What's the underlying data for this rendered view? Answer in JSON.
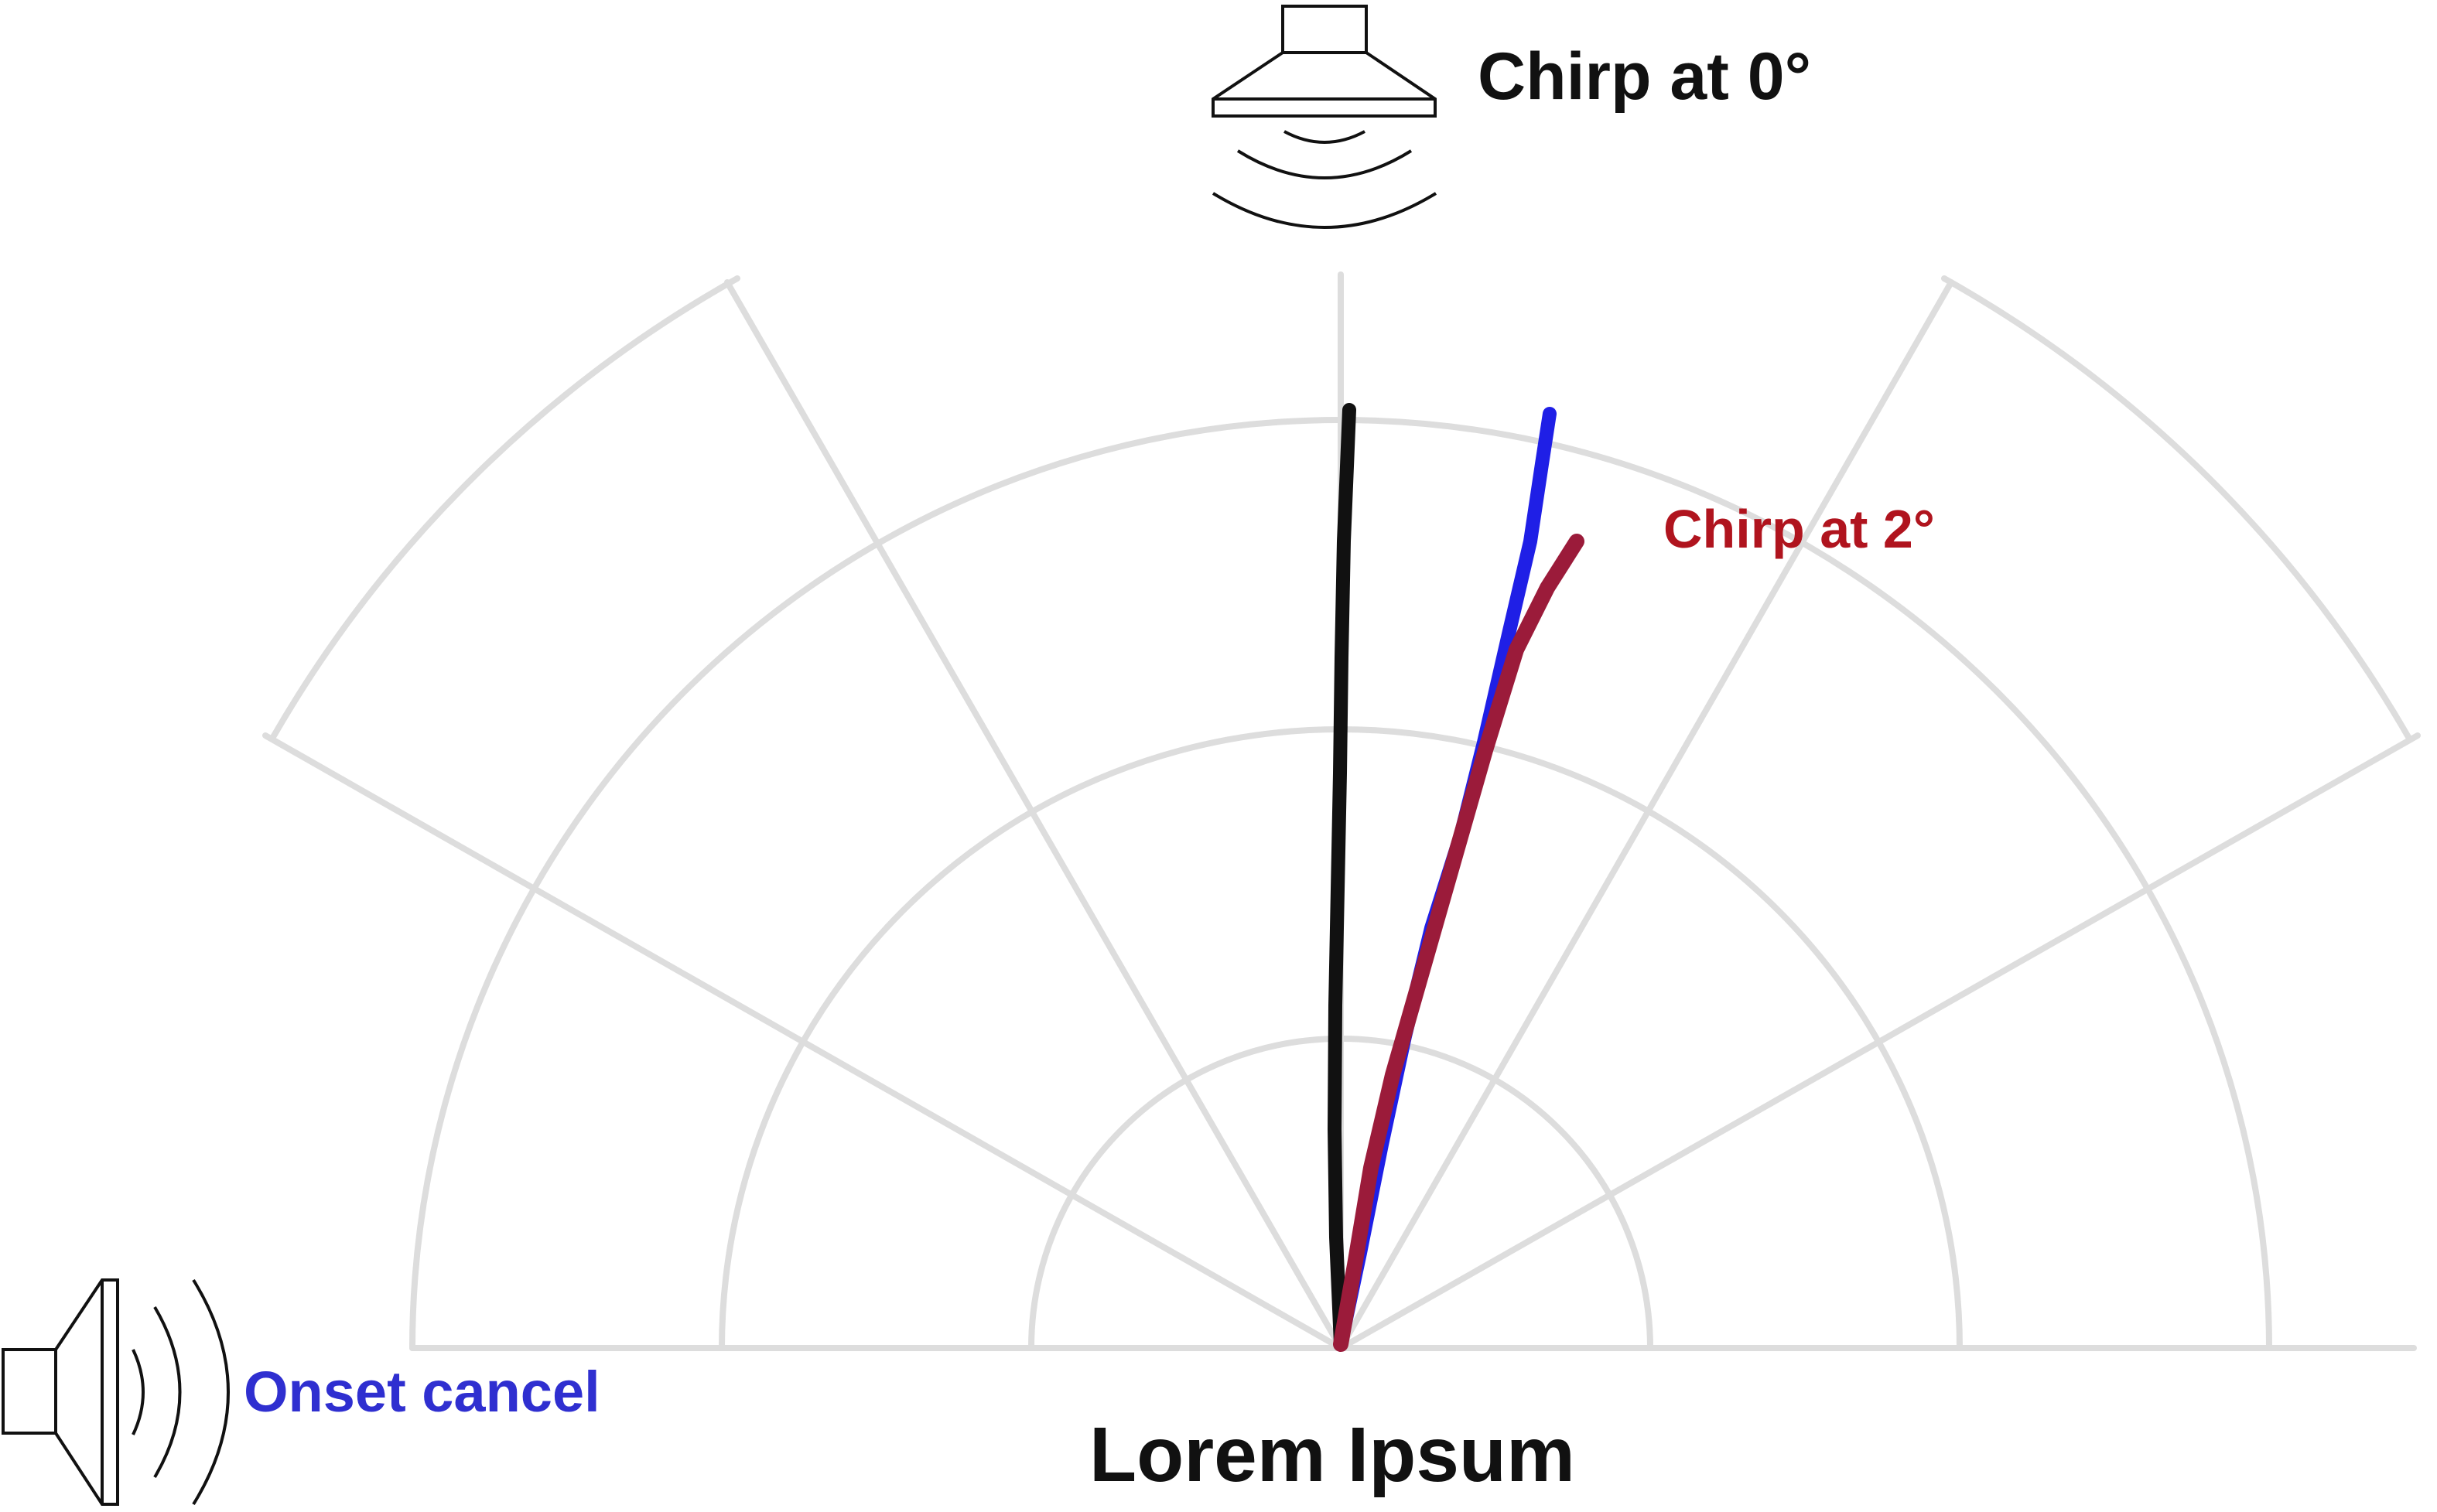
{
  "labels": {
    "top_speaker": "Chirp at 0°",
    "red_trace": "Chirp at 2°",
    "left_speaker": "Onset cancel",
    "bottom_title": "Lorem Ipsum"
  },
  "colors": {
    "grid": "#dddddd",
    "black_trace": "#111111",
    "blue_trace": "#1f1fe6",
    "red_trace": "#9b1b3a",
    "red_label": "#b0141e",
    "blue_label": "#2f2fd0",
    "text": "#111111",
    "speaker_outline": "#111111"
  },
  "icons": {
    "top_speaker": "speaker-icon",
    "left_speaker": "speaker-icon"
  }
}
